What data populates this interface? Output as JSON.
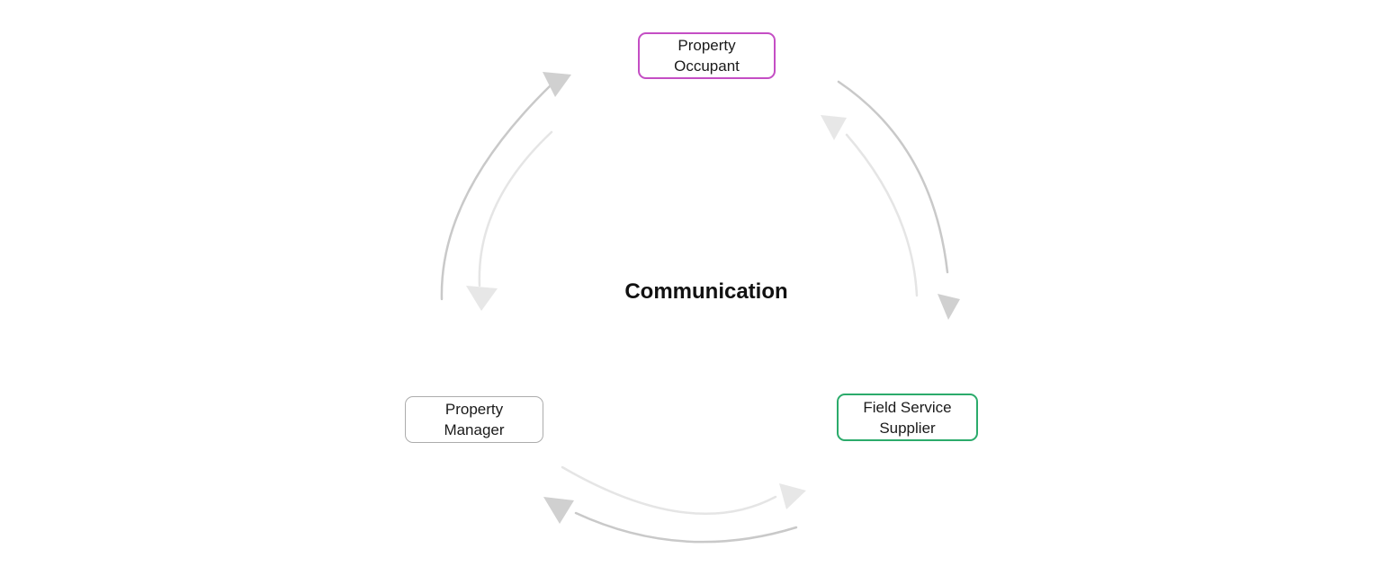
{
  "diagram": {
    "center_label": "Communication",
    "nodes": [
      {
        "id": "property-occupant",
        "line1": "Property",
        "line2": "Occupant",
        "border_color": "#C44EC4"
      },
      {
        "id": "property-manager",
        "line1": "Property",
        "line2": "Manager",
        "border_color": "#ACACAC"
      },
      {
        "id": "field-service-supplier",
        "line1": "Field Service",
        "line2": "Supplier",
        "border_color": "#2BAB6B"
      }
    ],
    "arrows": [
      {
        "from": "property-manager",
        "to": "property-occupant",
        "tone": "dark"
      },
      {
        "from": "property-occupant",
        "to": "property-manager",
        "tone": "light"
      },
      {
        "from": "property-occupant",
        "to": "field-service-supplier",
        "tone": "dark"
      },
      {
        "from": "field-service-supplier",
        "to": "property-occupant",
        "tone": "light"
      },
      {
        "from": "property-manager",
        "to": "field-service-supplier",
        "tone": "light"
      },
      {
        "from": "field-service-supplier",
        "to": "property-manager",
        "tone": "dark"
      }
    ],
    "colors": {
      "arrow_dark": "#C9C9C9",
      "arrow_dark_head": "#D0D0D0",
      "arrow_light": "#E5E5E5",
      "arrow_light_head": "#E7E7E7",
      "text": "#1A1A1A",
      "background": "#FFFFFF"
    }
  }
}
